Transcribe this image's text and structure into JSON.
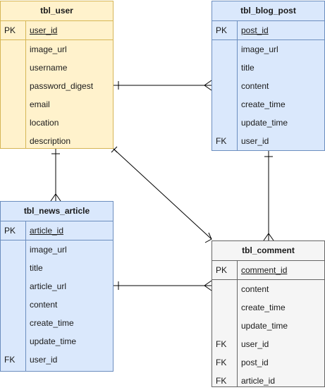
{
  "tables": {
    "user": {
      "name": "tbl_user",
      "rows": [
        {
          "key": "PK",
          "field": "user_id",
          "pk": true
        },
        {
          "key": "",
          "field": "image_url"
        },
        {
          "key": "",
          "field": "username"
        },
        {
          "key": "",
          "field": "password_digest"
        },
        {
          "key": "",
          "field": "email"
        },
        {
          "key": "",
          "field": "location"
        },
        {
          "key": "",
          "field": "description"
        }
      ]
    },
    "blog_post": {
      "name": "tbl_blog_post",
      "rows": [
        {
          "key": "PK",
          "field": "post_id",
          "pk": true
        },
        {
          "key": "",
          "field": "image_url"
        },
        {
          "key": "",
          "field": "title"
        },
        {
          "key": "",
          "field": "content"
        },
        {
          "key": "",
          "field": "create_time"
        },
        {
          "key": "",
          "field": "update_time"
        },
        {
          "key": "FK",
          "field": "user_id"
        }
      ]
    },
    "news_article": {
      "name": "tbl_news_article",
      "rows": [
        {
          "key": "PK",
          "field": "article_id",
          "pk": true
        },
        {
          "key": "",
          "field": "image_url"
        },
        {
          "key": "",
          "field": "title"
        },
        {
          "key": "",
          "field": "article_url"
        },
        {
          "key": "",
          "field": "content"
        },
        {
          "key": "",
          "field": "create_time"
        },
        {
          "key": "",
          "field": "update_time"
        },
        {
          "key": "FK",
          "field": "user_id"
        }
      ]
    },
    "comment": {
      "name": "tbl_comment",
      "rows": [
        {
          "key": "PK",
          "field": "comment_id",
          "pk": true
        },
        {
          "key": "",
          "field": "content"
        },
        {
          "key": "",
          "field": "create_time"
        },
        {
          "key": "",
          "field": "update_time"
        },
        {
          "key": "FK",
          "field": "user_id"
        },
        {
          "key": "FK",
          "field": "post_id"
        },
        {
          "key": "FK",
          "field": "article_id"
        }
      ]
    }
  },
  "relations": [
    {
      "from": "tbl_user",
      "to": "tbl_blog_post",
      "type": "one-to-many"
    },
    {
      "from": "tbl_user",
      "to": "tbl_news_article",
      "type": "one-to-many"
    },
    {
      "from": "tbl_user",
      "to": "tbl_comment",
      "type": "one-to-many"
    },
    {
      "from": "tbl_blog_post",
      "to": "tbl_comment",
      "type": "one-to-many"
    },
    {
      "from": "tbl_news_article",
      "to": "tbl_comment",
      "type": "one-to-many"
    }
  ],
  "colors": {
    "yellow_fill": "#fff2cc",
    "yellow_stroke": "#d6b656",
    "blue_fill": "#dae8fc",
    "blue_stroke": "#6c8ebf",
    "gray_fill": "#f5f5f5",
    "gray_stroke": "#666666",
    "edge": "#000000"
  }
}
